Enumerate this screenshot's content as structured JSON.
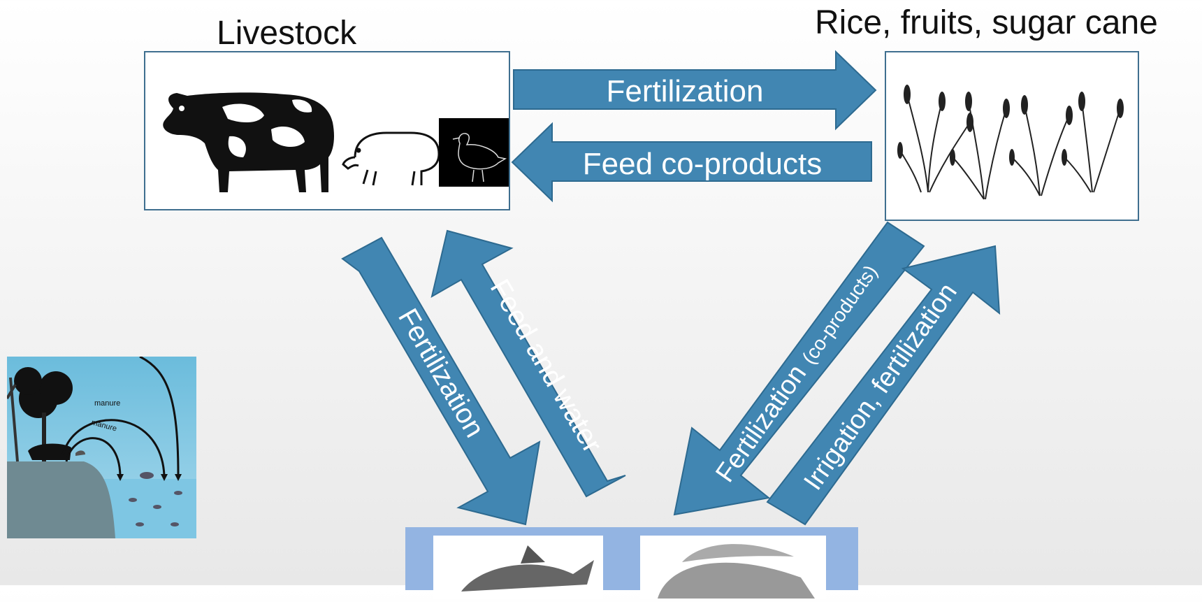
{
  "nodes": {
    "livestock": "Livestock",
    "crops": "Rice, fruits, sugar cane"
  },
  "arrows": {
    "top_right": "Fertilization",
    "top_left": "Feed co-products",
    "left_down": "Fertilization",
    "left_up": "Feed and water",
    "right_down": "Fertilization",
    "right_down_sub": "(co-products)",
    "right_up": "Irrigation, fertilization"
  },
  "inset": {
    "label1": "manure",
    "label2": "manure"
  },
  "colors": {
    "arrow_fill": "#4186b2",
    "box_border": "#3f6f8f",
    "fish_panel": "#93b4e2"
  },
  "icons": [
    "cow-icon",
    "pig-icon",
    "duck-icon",
    "rice-plant-icon",
    "carp-fish-icon",
    "tilapia-fish-icon"
  ]
}
